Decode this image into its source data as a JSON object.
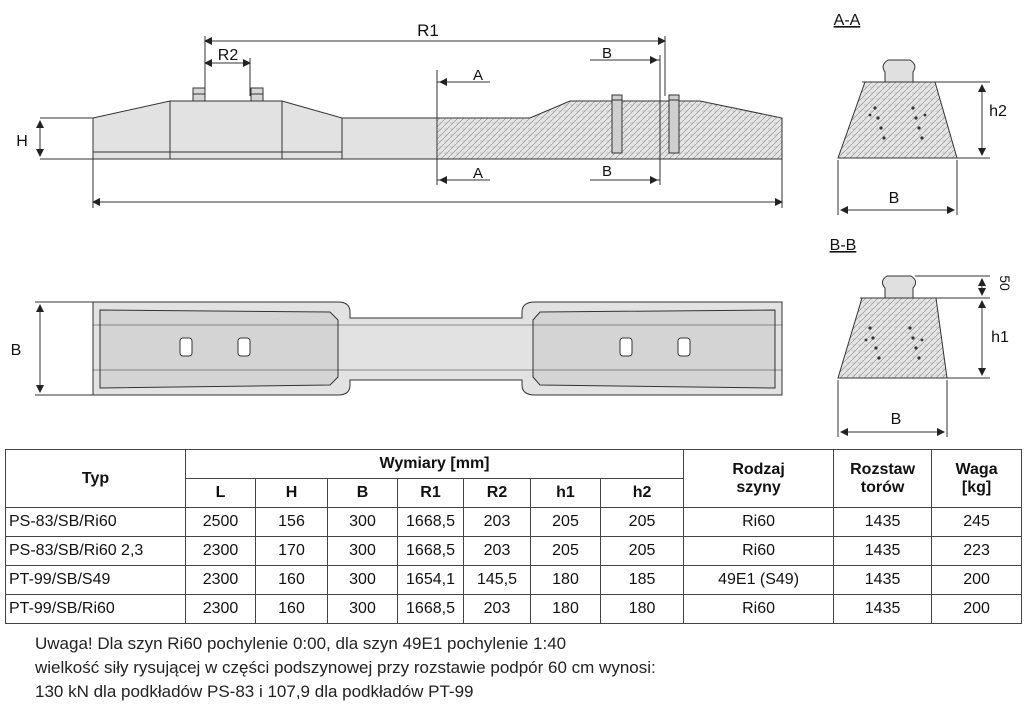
{
  "colors": {
    "line": "#333333",
    "body_fill": "#e2e2e2",
    "body_dark": "#c9c9c9",
    "concrete_fill": "#dcdcdc",
    "background": "#ffffff"
  },
  "drawing": {
    "side_view": {
      "dim_R1": "R1",
      "dim_R2": "R2",
      "dim_H": "H",
      "section_A_top": "A",
      "section_A_bottom": "A",
      "section_B_top": "B",
      "section_B_bottom": "B"
    },
    "top_view": {
      "dim_B": "B"
    },
    "section_aa": {
      "title": "A-A",
      "dim_h2": "h2",
      "dim_B": "B"
    },
    "section_bb": {
      "title": "B-B",
      "dim_50": "50",
      "dim_h1": "h1",
      "dim_B": "B"
    }
  },
  "table": {
    "col_type": "Typ",
    "col_dims_group": "Wymiary [mm]",
    "dims": [
      "L",
      "H",
      "B",
      "R1",
      "R2",
      "h1",
      "h2"
    ],
    "col_rail": "Rodzaj szyny",
    "col_gauge": "Rozstaw torów",
    "col_weight": "Waga [kg]",
    "rows": [
      {
        "type": "PS-83/SB/Ri60",
        "L": "2500",
        "H": "156",
        "B": "300",
        "R1": "1668,5",
        "R2": "203",
        "h1": "205",
        "h2": "205",
        "rail": "Ri60",
        "gauge": "1435",
        "weight": "245"
      },
      {
        "type": "PS-83/SB/Ri60 2,3",
        "L": "2300",
        "H": "170",
        "B": "300",
        "R1": "1668,5",
        "R2": "203",
        "h1": "205",
        "h2": "205",
        "rail": "Ri60",
        "gauge": "1435",
        "weight": "223"
      },
      {
        "type": "PT-99/SB/S49",
        "L": "2300",
        "H": "160",
        "B": "300",
        "R1": "1654,1",
        "R2": "145,5",
        "h1": "180",
        "h2": "185",
        "rail": "49E1 (S49)",
        "gauge": "1435",
        "weight": "200"
      },
      {
        "type": "PT-99/SB/Ri60",
        "L": "2300",
        "H": "160",
        "B": "300",
        "R1": "1668,5",
        "R2": "203",
        "h1": "180",
        "h2": "180",
        "rail": "Ri60",
        "gauge": "1435",
        "weight": "200"
      }
    ]
  },
  "notes": {
    "line1": "Uwaga! Dla szyn Ri60 pochylenie 0:00, dla szyn 49E1 pochylenie 1:40",
    "line2": "wielkość siły rysującej w części podszynowej przy rozstawie podpór 60 cm wynosi:",
    "line3": "130 kN dla podkładów PS-83 i 107,9 dla podkładów PT-99"
  }
}
